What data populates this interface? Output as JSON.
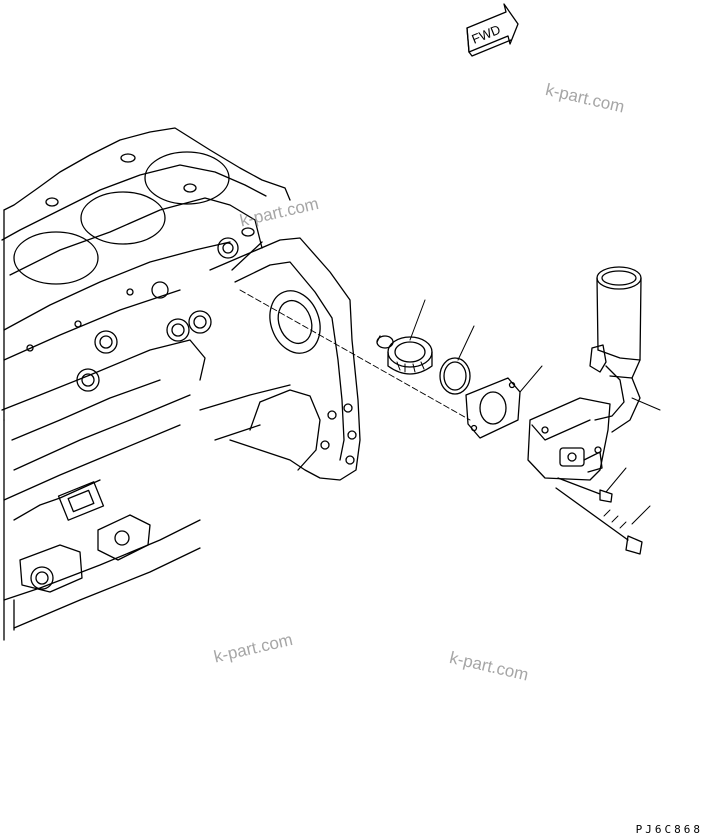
{
  "direction_arrow": {
    "label": "FWD"
  },
  "watermarks": [
    "k-part.com",
    "k-part.com",
    "k-part.com",
    "k-part.com"
  ],
  "drawing_code": "PJ6C868",
  "parts": [
    {
      "name": "thermostat"
    },
    {
      "name": "seal-ring"
    },
    {
      "name": "gasket"
    },
    {
      "name": "thermostat-housing"
    },
    {
      "name": "bolt-short"
    },
    {
      "name": "bolt-long"
    }
  ]
}
